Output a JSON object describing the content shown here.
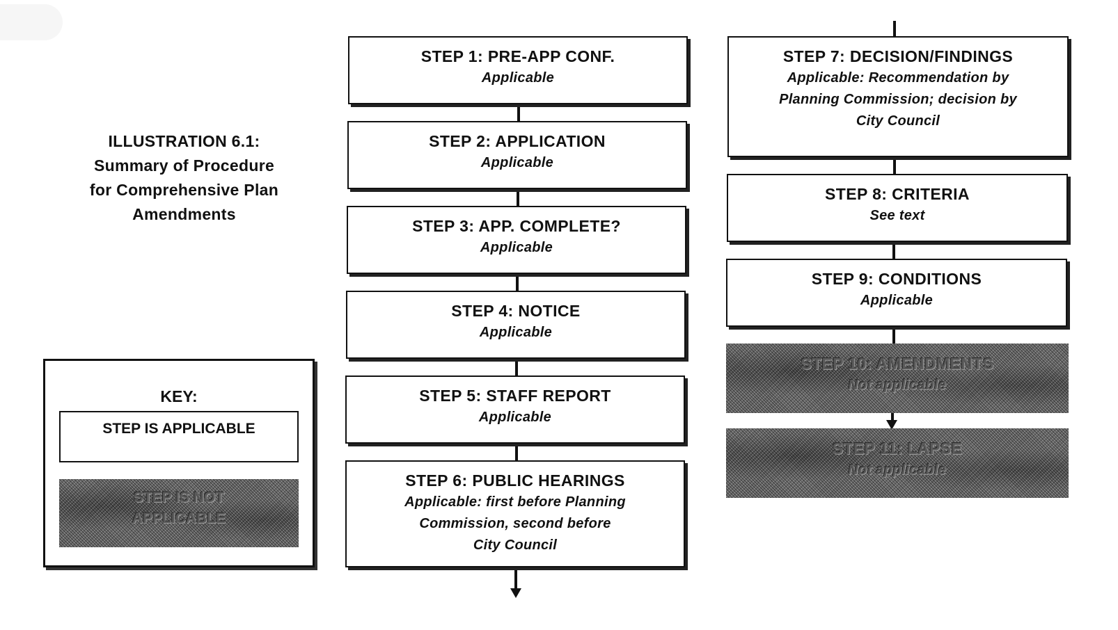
{
  "title": {
    "line1": "ILLUSTRATION 6.1:",
    "line2": "Summary of Procedure",
    "line3": "for Comprehensive Plan",
    "line4": "Amendments"
  },
  "key": {
    "heading": "KEY:",
    "applicable_label": "STEP IS APPLICABLE",
    "not_applicable_line1": "STEP IS NOT",
    "not_applicable_line2": "APPLICABLE"
  },
  "steps": [
    {
      "heading": "STEP 1: PRE-APP CONF.",
      "lines": [
        "Applicable"
      ],
      "applicable": true
    },
    {
      "heading": "STEP 2: APPLICATION",
      "lines": [
        "Applicable"
      ],
      "applicable": true
    },
    {
      "heading": "STEP 3: APP. COMPLETE?",
      "lines": [
        "Applicable"
      ],
      "applicable": true
    },
    {
      "heading": "STEP 4: NOTICE",
      "lines": [
        "Applicable"
      ],
      "applicable": true
    },
    {
      "heading": "STEP 5: STAFF REPORT",
      "lines": [
        "Applicable"
      ],
      "applicable": true
    },
    {
      "heading": "STEP 6: PUBLIC HEARINGS",
      "lines": [
        "Applicable: first before Planning",
        "Commission, second before",
        "City Council"
      ],
      "applicable": true
    },
    {
      "heading": "STEP 7: DECISION/FINDINGS",
      "lines": [
        "Applicable: Recommendation by",
        "Planning Commission; decision by",
        "City Council"
      ],
      "applicable": true
    },
    {
      "heading": "STEP 8: CRITERIA",
      "lines": [
        "See text"
      ],
      "applicable": true
    },
    {
      "heading": "STEP 9: CONDITIONS",
      "lines": [
        "Applicable"
      ],
      "applicable": true
    },
    {
      "heading": "STEP 10: AMENDMENTS",
      "lines": [
        "Not applicable"
      ],
      "applicable": false
    },
    {
      "heading": "STEP 11: LAPSE",
      "lines": [
        "Not applicable"
      ],
      "applicable": false
    }
  ]
}
